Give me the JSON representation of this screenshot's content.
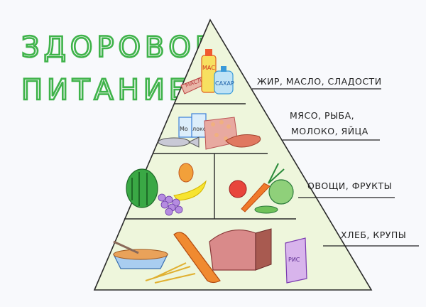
{
  "title": {
    "line1": "ЗДОРОВОЕ",
    "line2": "ПИТАНИЕ",
    "color": "#3fb34a"
  },
  "tiers": [
    {
      "label": "ЖИР, МАСЛО, СЛАДОСТИ",
      "items": {
        "bottle": "МАС",
        "sugar": "САХАР",
        "butter": "МАСЛО"
      }
    },
    {
      "label_line1": "МЯСО, РЫБА,",
      "label_line2": "МОЛОКО, ЯЙЦА",
      "items": {
        "milk_left": "Мо",
        "milk_right": "локо"
      }
    },
    {
      "label": "ОВОЩИ, ФРУКТЫ"
    },
    {
      "label": "ХЛЕБ, КРУПЫ",
      "items": {
        "rice": "РИС"
      }
    }
  ],
  "colors": {
    "tier_fill": "#eef6dc",
    "outline": "#2a2a2a"
  }
}
